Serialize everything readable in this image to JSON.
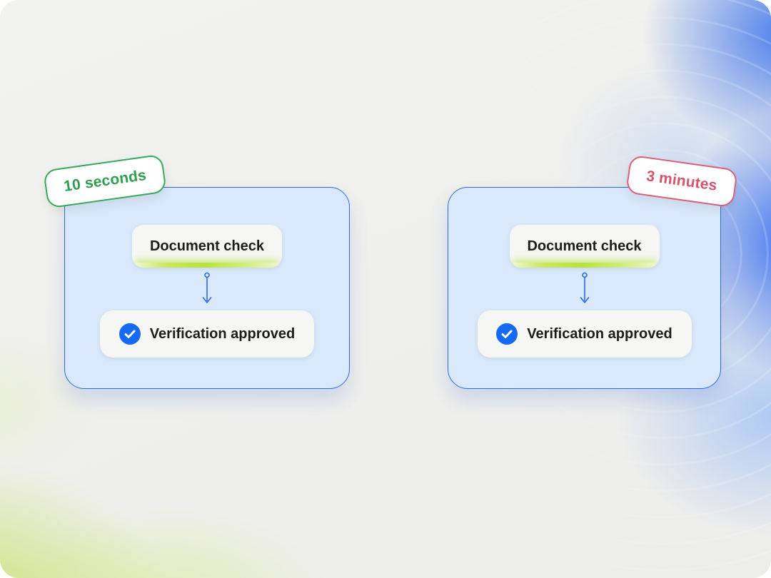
{
  "comparison": {
    "left": {
      "badge_label": "10 seconds",
      "steps": {
        "document_check": "Document check",
        "verification_approved": "Verification approved"
      }
    },
    "right": {
      "badge_label": "3 minutes",
      "steps": {
        "document_check": "Document check",
        "verification_approved": "Verification approved"
      }
    }
  },
  "colors": {
    "badge_green_text": "#2e9e4f",
    "badge_green_border": "#3aa95c",
    "badge_pink_text": "#d6536d",
    "badge_pink_border": "#d95f77",
    "card_background": "#d9e9fb",
    "card_border": "#2b6be8",
    "accent_blue_check": "#1569f2",
    "accent_lime": "#b8e23e",
    "background_blue": "#2864f0",
    "background_lime": "#c4e05c"
  },
  "icons": {
    "checkmark": "check-in-blue-circle",
    "arrow": "arrow-down-connector"
  }
}
